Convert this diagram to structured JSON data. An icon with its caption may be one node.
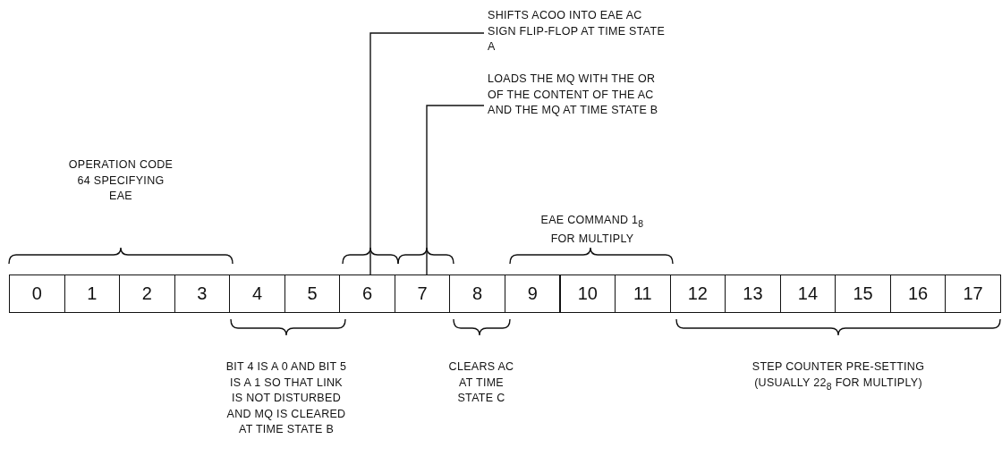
{
  "diagram": {
    "nodes": [
      {
        "text": [
          "0"
        ]
      },
      {
        "text": [
          "1"
        ]
      },
      {
        "text": [
          "2"
        ]
      },
      {
        "text": [
          "3"
        ]
      },
      {
        "text": [
          "4"
        ]
      },
      {
        "text": [
          "5"
        ]
      },
      {
        "text": [
          "6"
        ]
      },
      {
        "text": [
          "7"
        ]
      },
      {
        "text": [
          "8"
        ]
      },
      {
        "text": [
          "9"
        ]
      },
      {
        "text": [
          "10"
        ]
      },
      {
        "text": [
          "11"
        ]
      },
      {
        "text": [
          "12"
        ]
      },
      {
        "text": [
          "13"
        ]
      },
      {
        "text": [
          "14"
        ]
      },
      {
        "text": [
          "15"
        ]
      },
      {
        "text": [
          "16"
        ]
      },
      {
        "text": [
          "17"
        ]
      },
      {
        "text": [
          "SHIFTS ACOO INTO EAE AC SIGN FLIP-FLOP AT TIME STATE A"
        ]
      },
      {
        "text": [
          "LOADS THE MQ WITH THE OR OF THE CONTENT OF THE AC AND THE MQ AT TIME STATE B"
        ]
      }
    ],
    "edges": [
      {
        "from": 18,
        "to": 6,
        "arrow": "none"
      },
      {
        "from": 19,
        "to": 7,
        "arrow": "none"
      }
    ],
    "labels": [
      "OPERATION CODE 64 SPECIFYING EAE",
      "EAE COMMAND 1$_{8}$ FOR MULTIPLY",
      "BIT 4 IS A 0 AND BIT 5 IS A 1 SO THAT LINK IS NOT DISTURBED AND MQ IS CLEARED AT TIME STATE B",
      "CLEARS AC AT TIME STATE C",
      "STEP COUNTER PRE-SETTING (USUALLY 22$_{8}$ FOR MULTIPLY)"
    ]
  }
}
